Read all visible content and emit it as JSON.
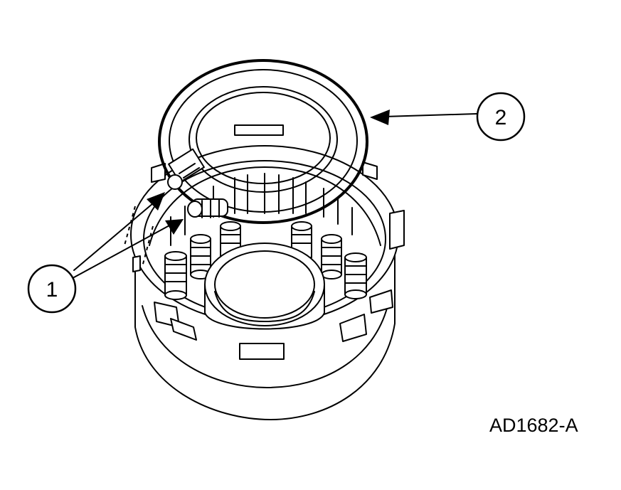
{
  "figure": {
    "id_text": "AD1682-A",
    "ink_color": "#000000",
    "background_color": "#ffffff"
  },
  "callouts": [
    {
      "number": "1"
    },
    {
      "number": "2"
    }
  ]
}
